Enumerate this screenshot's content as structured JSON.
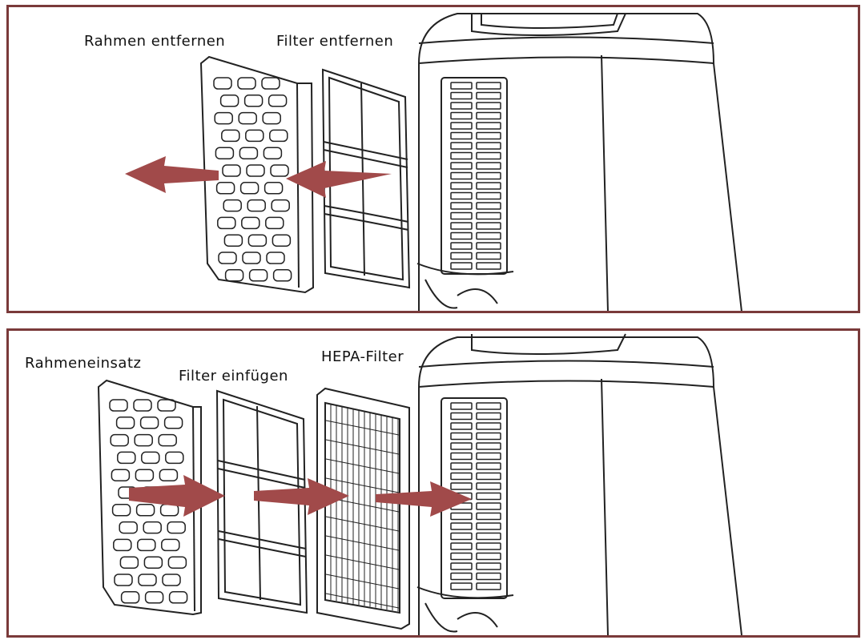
{
  "panel_top": {
    "labels": {
      "remove_frame": "Rahmen entfernen",
      "remove_filter": "Filter entfernen"
    }
  },
  "panel_bottom": {
    "labels": {
      "frame_insert": "Rahmeneinsatz",
      "insert_filter": "Filter einfügen",
      "hepa_filter": "HEPA-Filter"
    }
  },
  "colors": {
    "border": "#7a3a3a",
    "arrow": "#a14a4a",
    "line": "#222222"
  }
}
